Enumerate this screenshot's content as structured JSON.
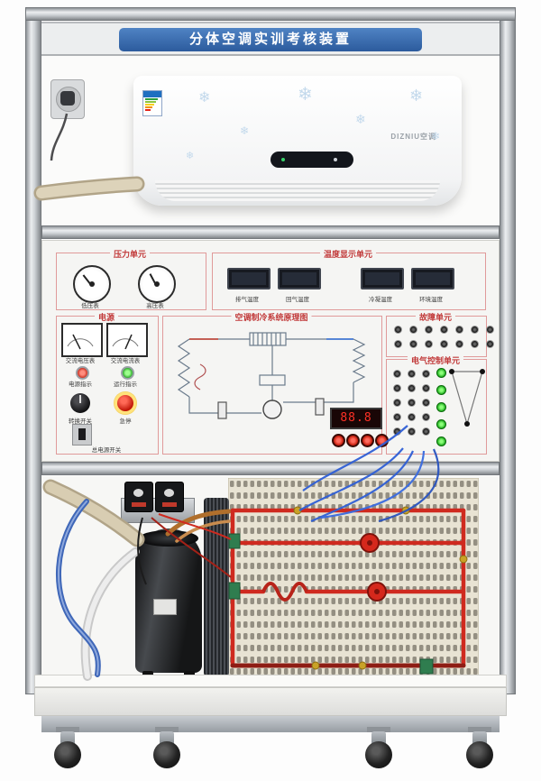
{
  "window": {
    "title": "分体空调实训考核装置"
  },
  "ac_unit": {
    "brand": "DIZNIU空调"
  },
  "control_panel": {
    "pressure_unit": {
      "title": "压力单元",
      "gauges": [
        {
          "label": "低压表"
        },
        {
          "label": "高压表"
        }
      ]
    },
    "temperature_unit": {
      "title": "温度显示单元",
      "displays": [
        {
          "label": "排气温度"
        },
        {
          "label": "回气温度"
        },
        {
          "label": "冷凝温度"
        },
        {
          "label": "环境温度"
        }
      ]
    },
    "power_unit": {
      "title": "电源",
      "meters": [
        {
          "label": "交流电压表"
        },
        {
          "label": "交流电流表"
        }
      ],
      "lamps": [
        {
          "label": "电源指示"
        },
        {
          "label": "运行指示"
        }
      ],
      "knob_label": "转换开关",
      "estop_label": "急停",
      "breaker_label": "总电源开关"
    },
    "schematic_unit": {
      "title": "空调制冷系统原理图"
    },
    "fault_unit": {
      "title": "故障单元"
    },
    "electric_control_unit": {
      "title": "电气控制单元"
    },
    "digital_display": {
      "value": "88.8"
    }
  }
}
